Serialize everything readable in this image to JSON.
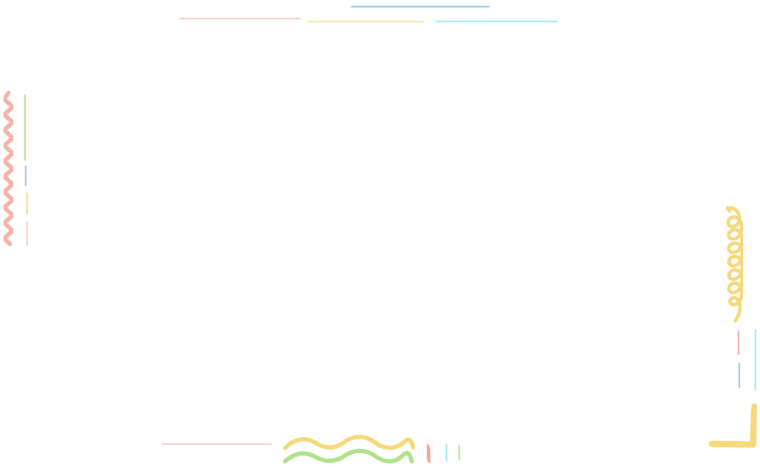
{
  "palette": {
    "salmon": "#ee9c8c",
    "pink": "#f7c3b8",
    "sky_blue": "#74bdf0",
    "periwinkle": "#8fb6ee",
    "cyan": "#88e6f2",
    "yellow": "#f4d46a",
    "pale_yellow": "#f4e09a",
    "green": "#a7df7c",
    "mint": "#97dc9c"
  },
  "decorations": {
    "style": "crayon-scribble-border",
    "clusters": [
      {
        "name": "top-stroke-cluster",
        "shapes": [
          "straight",
          "straight",
          "straight",
          "straight",
          "straight",
          "straight",
          "straight",
          "straight"
        ]
      },
      {
        "name": "left-stroke-cluster",
        "shapes": [
          "zigzag",
          "straight",
          "straight",
          "straight",
          "straight"
        ]
      },
      {
        "name": "right-stroke-cluster",
        "shapes": [
          "loops",
          "straight",
          "straight",
          "straight",
          "straight",
          "straight",
          "corner",
          "straight"
        ]
      },
      {
        "name": "bottom-stroke-cluster",
        "shapes": [
          "straight",
          "straight",
          "straight",
          "wave",
          "wave",
          "straight",
          "straight",
          "straight",
          "straight",
          "straight"
        ]
      }
    ]
  }
}
